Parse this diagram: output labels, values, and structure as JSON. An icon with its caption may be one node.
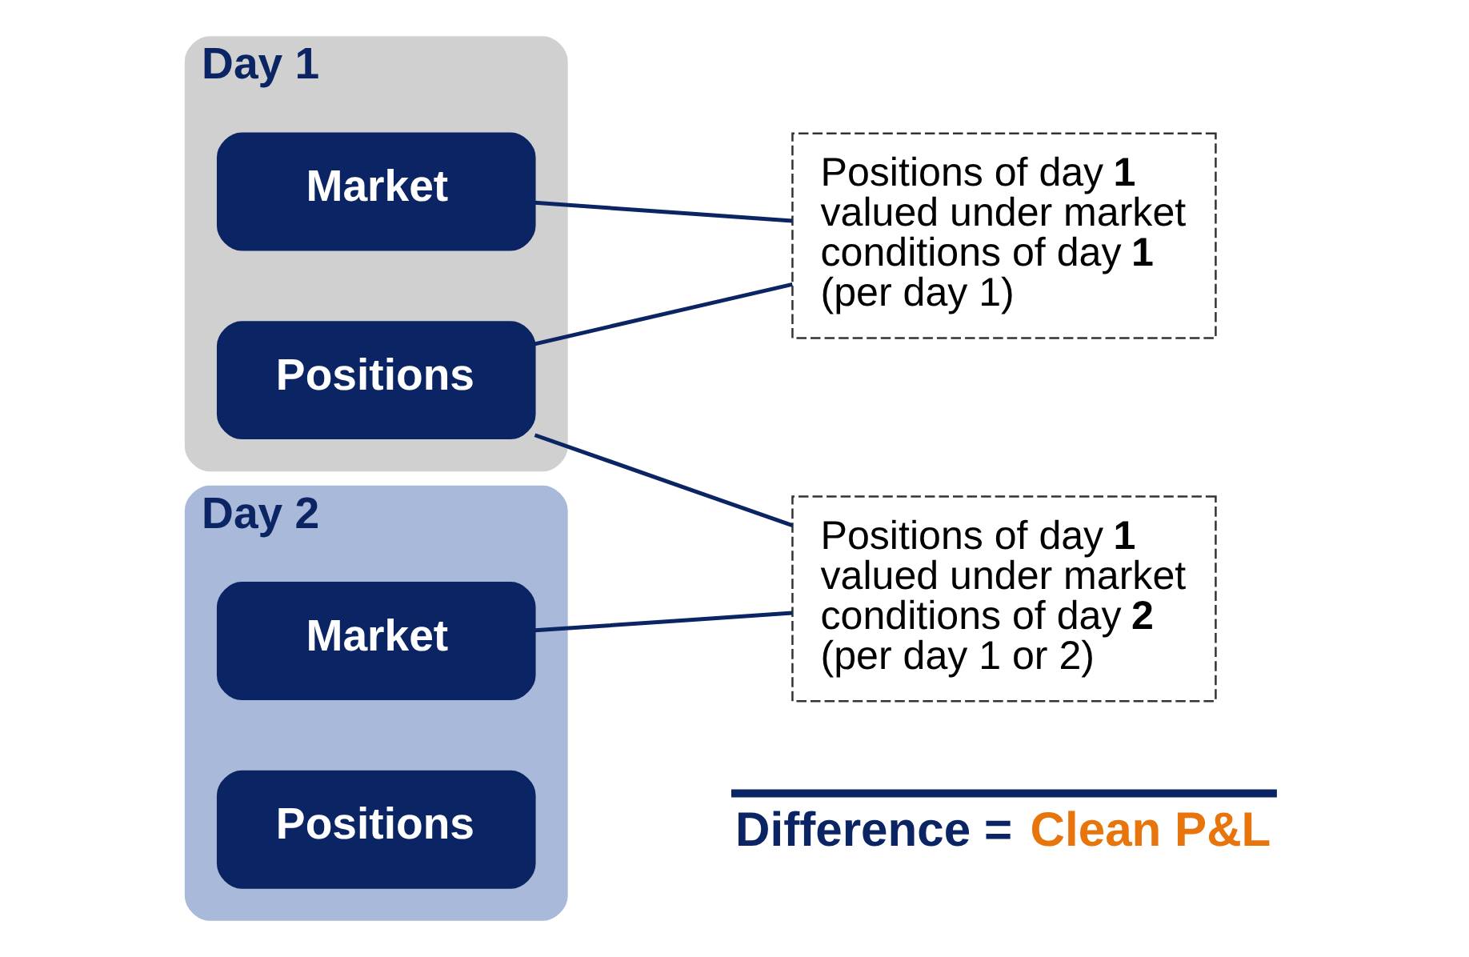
{
  "diagram": {
    "nodes": [
      {
        "text": [
          "Day 1"
        ]
      },
      {
        "text": [
          "Market"
        ],
        "in": 0
      },
      {
        "text": [
          "Positions"
        ],
        "in": 0
      },
      {
        "text": [
          "Day 2"
        ]
      },
      {
        "text": [
          "Market"
        ],
        "in": 3
      },
      {
        "text": [
          "Positions"
        ],
        "in": 3
      },
      {
        "text": [
          "Positions of day **1** valued under market conditions of day **1** (per day 1)"
        ]
      },
      {
        "text": [
          "Positions of day **1** valued under market conditions of day **2** (per day 1 or 2)"
        ]
      }
    ],
    "edges": [
      {
        "from": 1,
        "to": 6,
        "arrow": "none"
      },
      {
        "from": 2,
        "to": 6,
        "arrow": "none"
      },
      {
        "from": 2,
        "to": 7,
        "arrow": "none"
      },
      {
        "from": 4,
        "to": 7,
        "arrow": "none"
      }
    ],
    "labels": [
      "Difference =",
      "Clean P&L"
    ]
  }
}
